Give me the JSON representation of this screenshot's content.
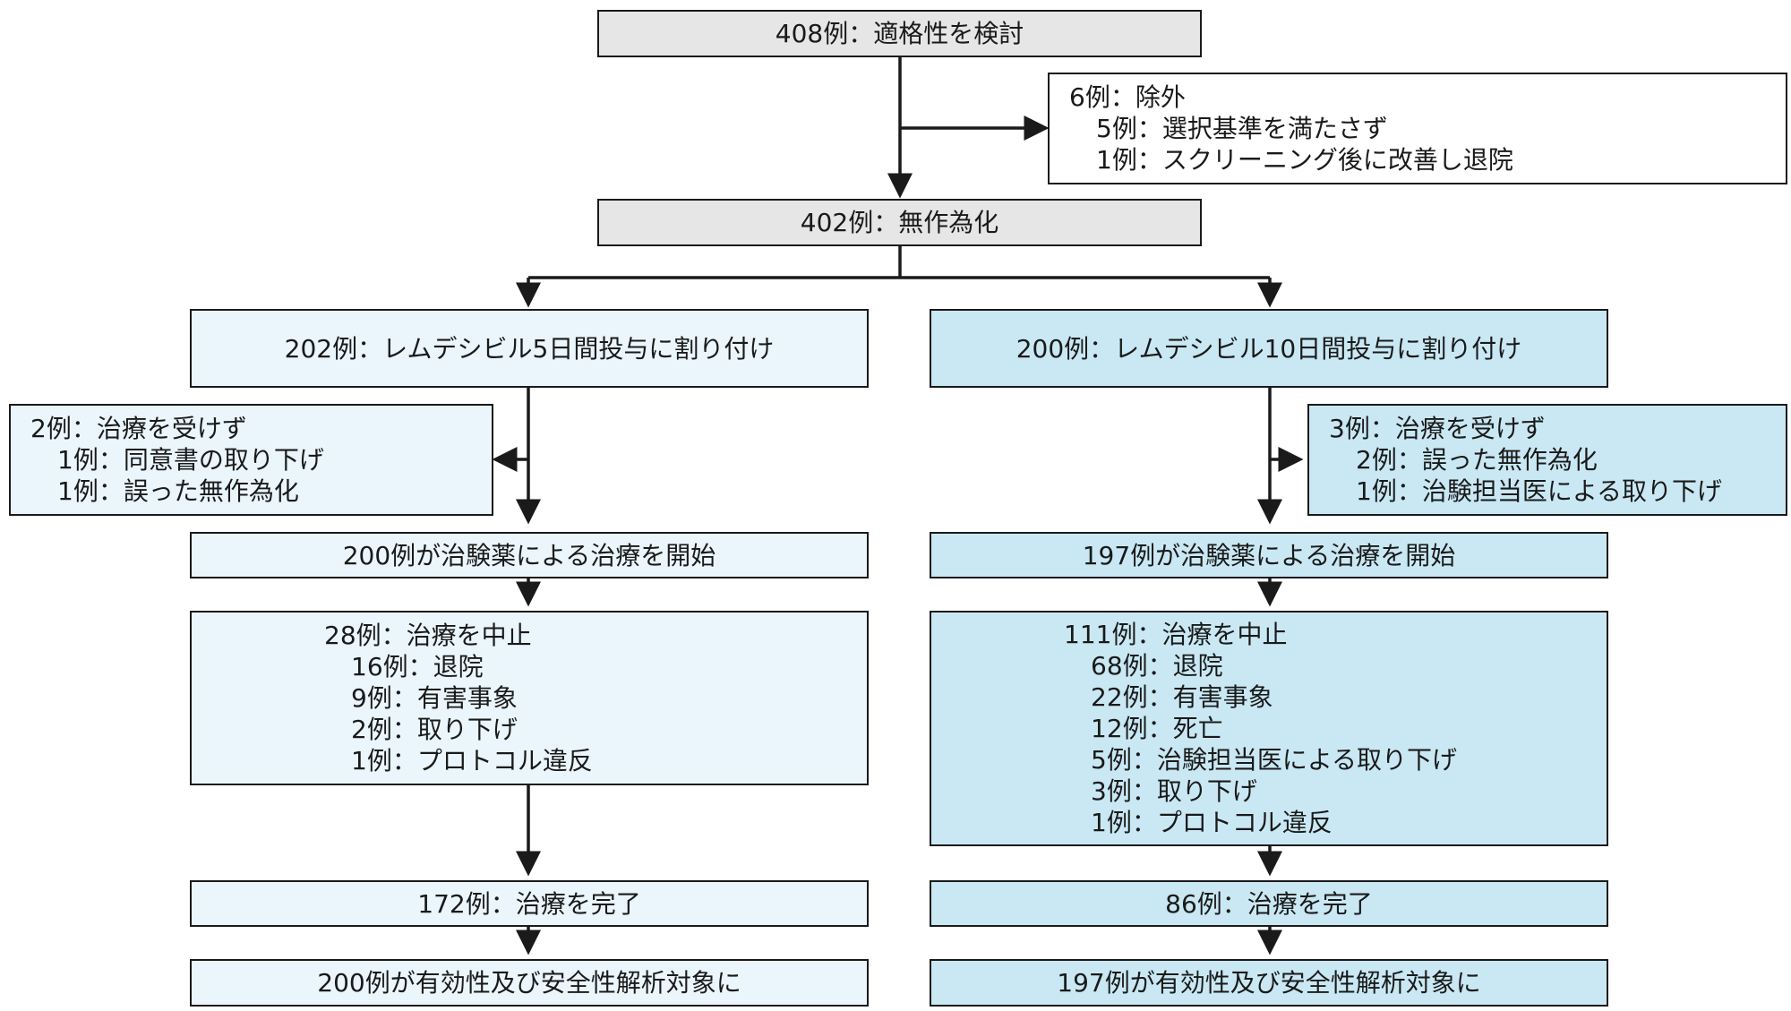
{
  "top": {
    "eligibility": "408例：適格性を検討",
    "excluded": [
      "6例：除外",
      "5例：選択基準を満たさず",
      "1例：スクリーニング後に改善し退院"
    ],
    "randomized": "402例：無作為化"
  },
  "left_arm": {
    "assigned": "202例：レムデシビル5日間投与に割り付け",
    "not_treated": [
      "2例：治療を受けず",
      "1例：同意書の取り下げ",
      "1例：誤った無作為化"
    ],
    "started": "200例が治験薬による治療を開始",
    "discontinued": [
      "28例：治療を中止",
      "16例：退院",
      "9例：有害事象",
      "2例：取り下げ",
      "1例：プロトコル違反"
    ],
    "completed": "172例：治療を完了",
    "analysis": "200例が有効性及び安全性解析対象に"
  },
  "right_arm": {
    "assigned": "200例：レムデシビル10日間投与に割り付け",
    "not_treated": [
      "3例：治療を受けず",
      "2例：誤った無作為化",
      "1例：治験担当医による取り下げ"
    ],
    "started": "197例が治験薬による治療を開始",
    "discontinued": [
      "111例：治療を中止",
      "68例：退院",
      "22例：有害事象",
      "12例：死亡",
      "5例：治験担当医による取り下げ",
      "3例：取り下げ",
      "1例：プロトコル違反"
    ],
    "completed": "86例：治療を完了",
    "analysis": "197例が有効性及び安全性解析対象に"
  },
  "colors": {
    "header_gray": "#e6e6e6",
    "left_fill": "#eaf6fb",
    "right_fill": "#c9e8f4",
    "line": "#1a1a1a"
  }
}
